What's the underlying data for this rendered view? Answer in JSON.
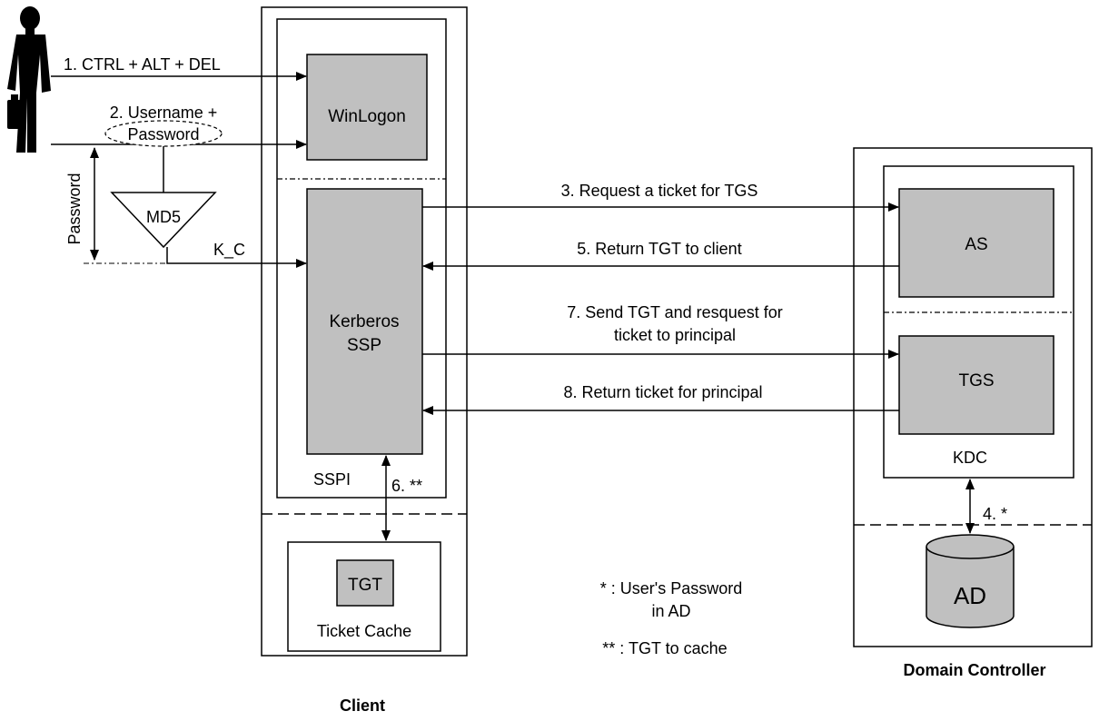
{
  "diagram": {
    "client": {
      "title": "Client",
      "winlogon": "WinLogon",
      "kerberos_line1": "Kerberos",
      "kerberos_line2": "SSP",
      "sspi": "SSPI",
      "tgt": "TGT",
      "ticket_cache": "Ticket Cache"
    },
    "domain_controller": {
      "title": "Domain Controller",
      "as": "AS",
      "tgs": "TGS",
      "kdc": "KDC",
      "ad": "AD"
    },
    "user": {
      "icon": "businessman-icon",
      "md5": "MD5",
      "password_vertical": "Password",
      "k_c": "K_C"
    },
    "steps": {
      "s1": "1. CTRL + ALT + DEL",
      "s2_line1": "2. Username +",
      "s2_line2": "Password",
      "s3": "3. Request a ticket for TGS",
      "s4": "4. *",
      "s5": "5. Return TGT to client",
      "s6": "6. **",
      "s7_line1": "7. Send TGT and resquest for",
      "s7_line2": "ticket to principal",
      "s8": "8. Return ticket for principal"
    },
    "legend": {
      "star_line1": "* : User's Password",
      "star_line2": "in AD",
      "double_star": "** : TGT to cache"
    },
    "colors": {
      "box_fill": "#c0c0c0",
      "line": "#000000"
    }
  }
}
